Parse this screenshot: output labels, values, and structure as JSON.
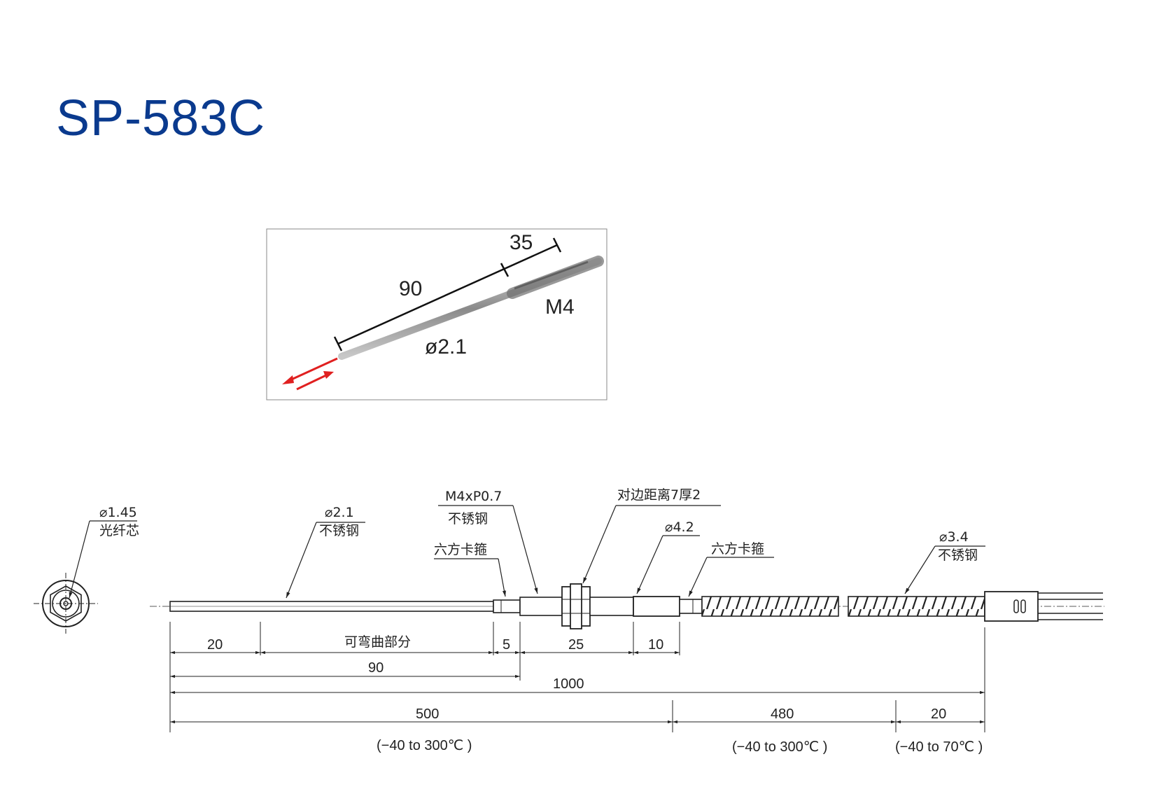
{
  "title": "SP-583C",
  "inset": {
    "len_90": "90",
    "len_35": "35",
    "thread": "M4",
    "dia": "ø2.1",
    "arrow_color": "#e02020"
  },
  "callouts": {
    "end_dia": "⌀1.45",
    "end_mat": "光纤芯",
    "tube_dia": "⌀2.1",
    "tube_mat": "不锈钢",
    "thread_spec": "M4xP0.7",
    "thread_mat": "不锈钢",
    "ferrule_left": "六方卡箍",
    "nut_spec": "对边距离7厚2",
    "sleeve_dia": "⌀4.2",
    "ferrule_right": "六方卡箍",
    "armor_dia": "⌀3.4",
    "armor_mat": "不锈钢"
  },
  "dims": {
    "d20": "20",
    "bendable": "可弯曲部分",
    "d5": "5",
    "d25": "25",
    "d10": "10",
    "d90": "90",
    "d1000": "1000",
    "d500": "500",
    "d480": "480",
    "d20b": "20",
    "t1": "(−40 to 300℃ )",
    "t2": "(−40 to 300℃ )",
    "t3": "(−40 to 70℃ )"
  },
  "colors": {
    "title": "#0a3a8e",
    "line": "#222222"
  }
}
